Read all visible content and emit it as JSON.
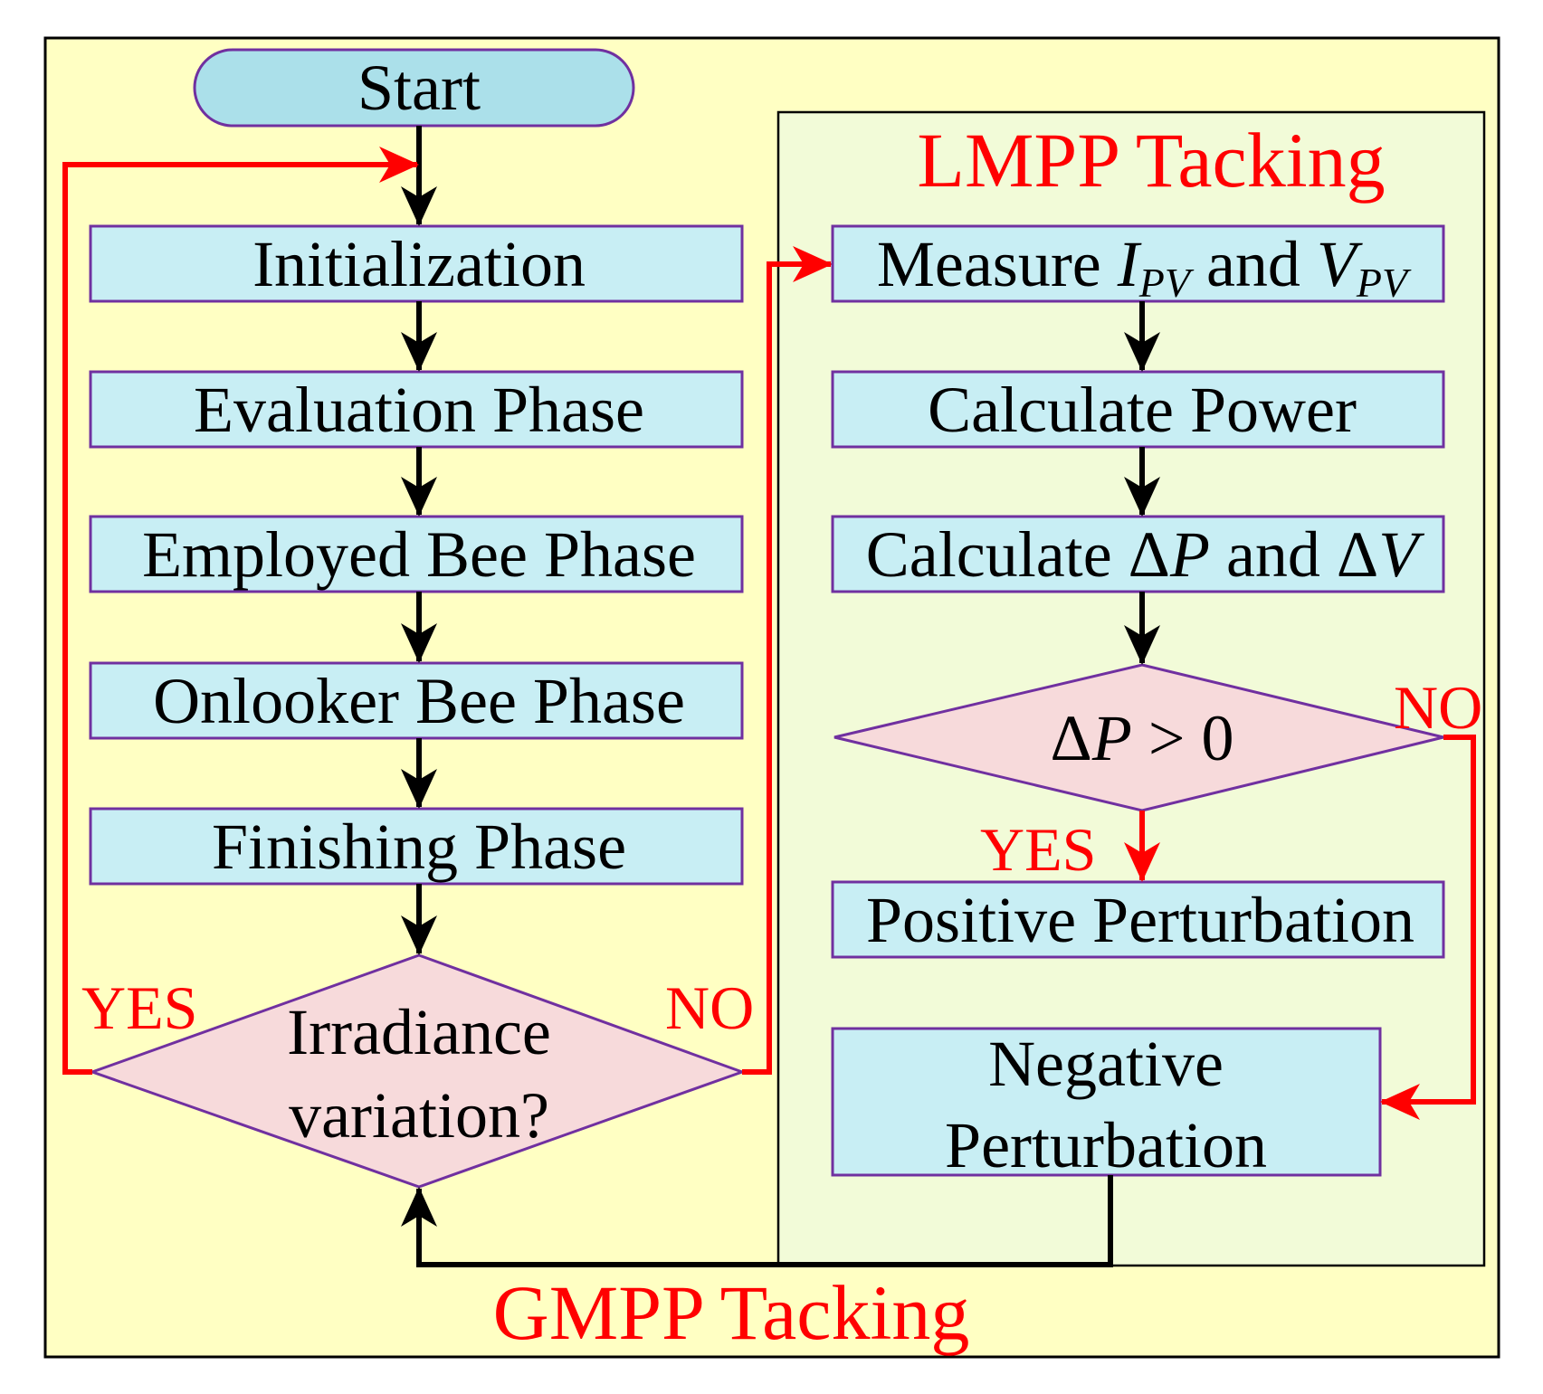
{
  "titles": {
    "gmpp": "GMPP Tacking",
    "lmpp": "LMPP Tacking"
  },
  "nodes": {
    "start": "Start",
    "initialization": "Initialization",
    "evaluation": "Evaluation Phase",
    "employed": "Employed Bee Phase",
    "onlooker": "Onlooker Bee Phase",
    "finishing": "Finishing Phase",
    "irradiance_line1": "Irradiance",
    "irradiance_line2": "variation?",
    "measure": {
      "prefix": "Measure ",
      "i": "I",
      "i_sub": "PV",
      "and": " and ",
      "v": "V",
      "v_sub": "PV"
    },
    "calc_power": "Calculate Power",
    "calc_dp_dv": {
      "prefix": "Calculate ",
      "delta1": "Δ",
      "p": "P",
      "and": " and ",
      "delta2": "Δ",
      "v": "V"
    },
    "decision_dp": {
      "delta": "Δ",
      "p": "P",
      "rest": " > 0"
    },
    "positive": "Positive Perturbation",
    "negative_line1": "Negative",
    "negative_line2": "Perturbation"
  },
  "labels": {
    "yes_left": "YES",
    "no_left": "NO",
    "yes_right": "YES",
    "no_right": "NO"
  },
  "colors": {
    "outer_bg": "#ffffc3",
    "inner_bg": "#f2fbd8",
    "box_fill": "#c8eef4",
    "start_fill": "#abe0ea",
    "diamond_fill": "#f7dadb",
    "box_border": "#7030a0",
    "red": "#ff0000",
    "black": "#000000"
  }
}
